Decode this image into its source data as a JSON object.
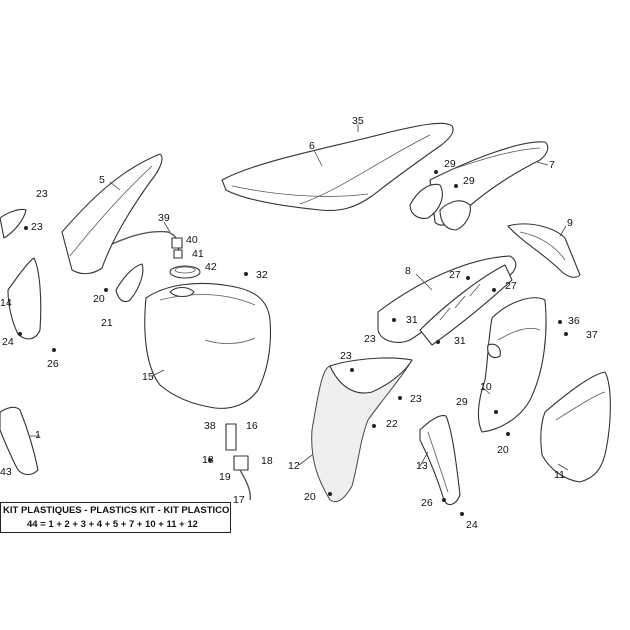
{
  "callouts": {
    "c1": "1",
    "c5": "5",
    "c6": "6",
    "c7": "7",
    "c8": "8",
    "c9": "9",
    "c10": "10",
    "c11": "11",
    "c12": "12",
    "c13": "13",
    "c14": "14",
    "c15": "15",
    "c16": "16",
    "c17": "17",
    "c18a": "18",
    "c18b": "18",
    "c19": "19",
    "c20a": "20",
    "c20b": "20",
    "c20c": "20",
    "c21": "21",
    "c22": "22",
    "c23a": "23",
    "c23b": "23",
    "c23c": "23",
    "c23d": "23",
    "c23e": "23",
    "c24a": "24",
    "c24b": "24",
    "c26a": "26",
    "c26b": "26",
    "c27a": "27",
    "c27b": "27",
    "c29a": "29",
    "c29b": "29",
    "c29c": "29",
    "c31a": "31",
    "c31b": "31",
    "c32": "32",
    "c35": "35",
    "c36": "36",
    "c37": "37",
    "c38": "38",
    "c39": "39",
    "c40": "40",
    "c41": "41",
    "c42": "42",
    "c43": "43"
  },
  "kit": {
    "title": "KIT PLASTIQUES - PLASTICS KIT - KIT PLASTICO",
    "formula": "44 = 1 + 2 + 3 + 4 + 5 + 7 + 10 + 11 + 12"
  }
}
